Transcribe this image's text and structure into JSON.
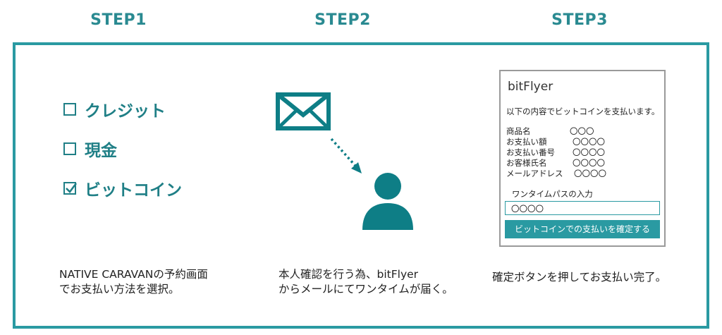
{
  "steps": [
    {
      "title": "STEP1",
      "options": [
        {
          "label": "クレジット",
          "checked": false
        },
        {
          "label": "現金",
          "checked": false
        },
        {
          "label": "ビットコイン",
          "checked": true
        }
      ],
      "description": "NATIVE CARAVANの予約画面\nでお支払い方法を選択。"
    },
    {
      "title": "STEP2",
      "description": "本人確認を行う為、bitFlyer\nからメールにてワンタイムが届く。"
    },
    {
      "title": "STEP3",
      "description": "確定ボタンを押してお支払い完了。"
    }
  ],
  "bitflyer": {
    "brand": "bitFlyer",
    "intro": "以下の内容でビットコインを支払います。",
    "rows": [
      {
        "label": "商品名",
        "value": "〇〇〇"
      },
      {
        "label": "お支払い額",
        "value": "〇〇〇〇"
      },
      {
        "label": "お支払い番号",
        "value": "〇〇〇〇"
      },
      {
        "label": "お客様氏名",
        "value": "〇〇〇〇"
      },
      {
        "label": "メールアドレス",
        "value": "〇〇〇〇"
      }
    ],
    "otp_label": "ワンタイムパスの入力",
    "otp_value": "〇〇〇〇",
    "confirm_button": "ビットコインでの支払いを確定する"
  },
  "colors": {
    "accent": "#2a9aa2",
    "icon": "#0e7e86",
    "text": "#1f7f86"
  },
  "icons": [
    "envelope-icon",
    "user-icon",
    "checkbox-icon"
  ]
}
